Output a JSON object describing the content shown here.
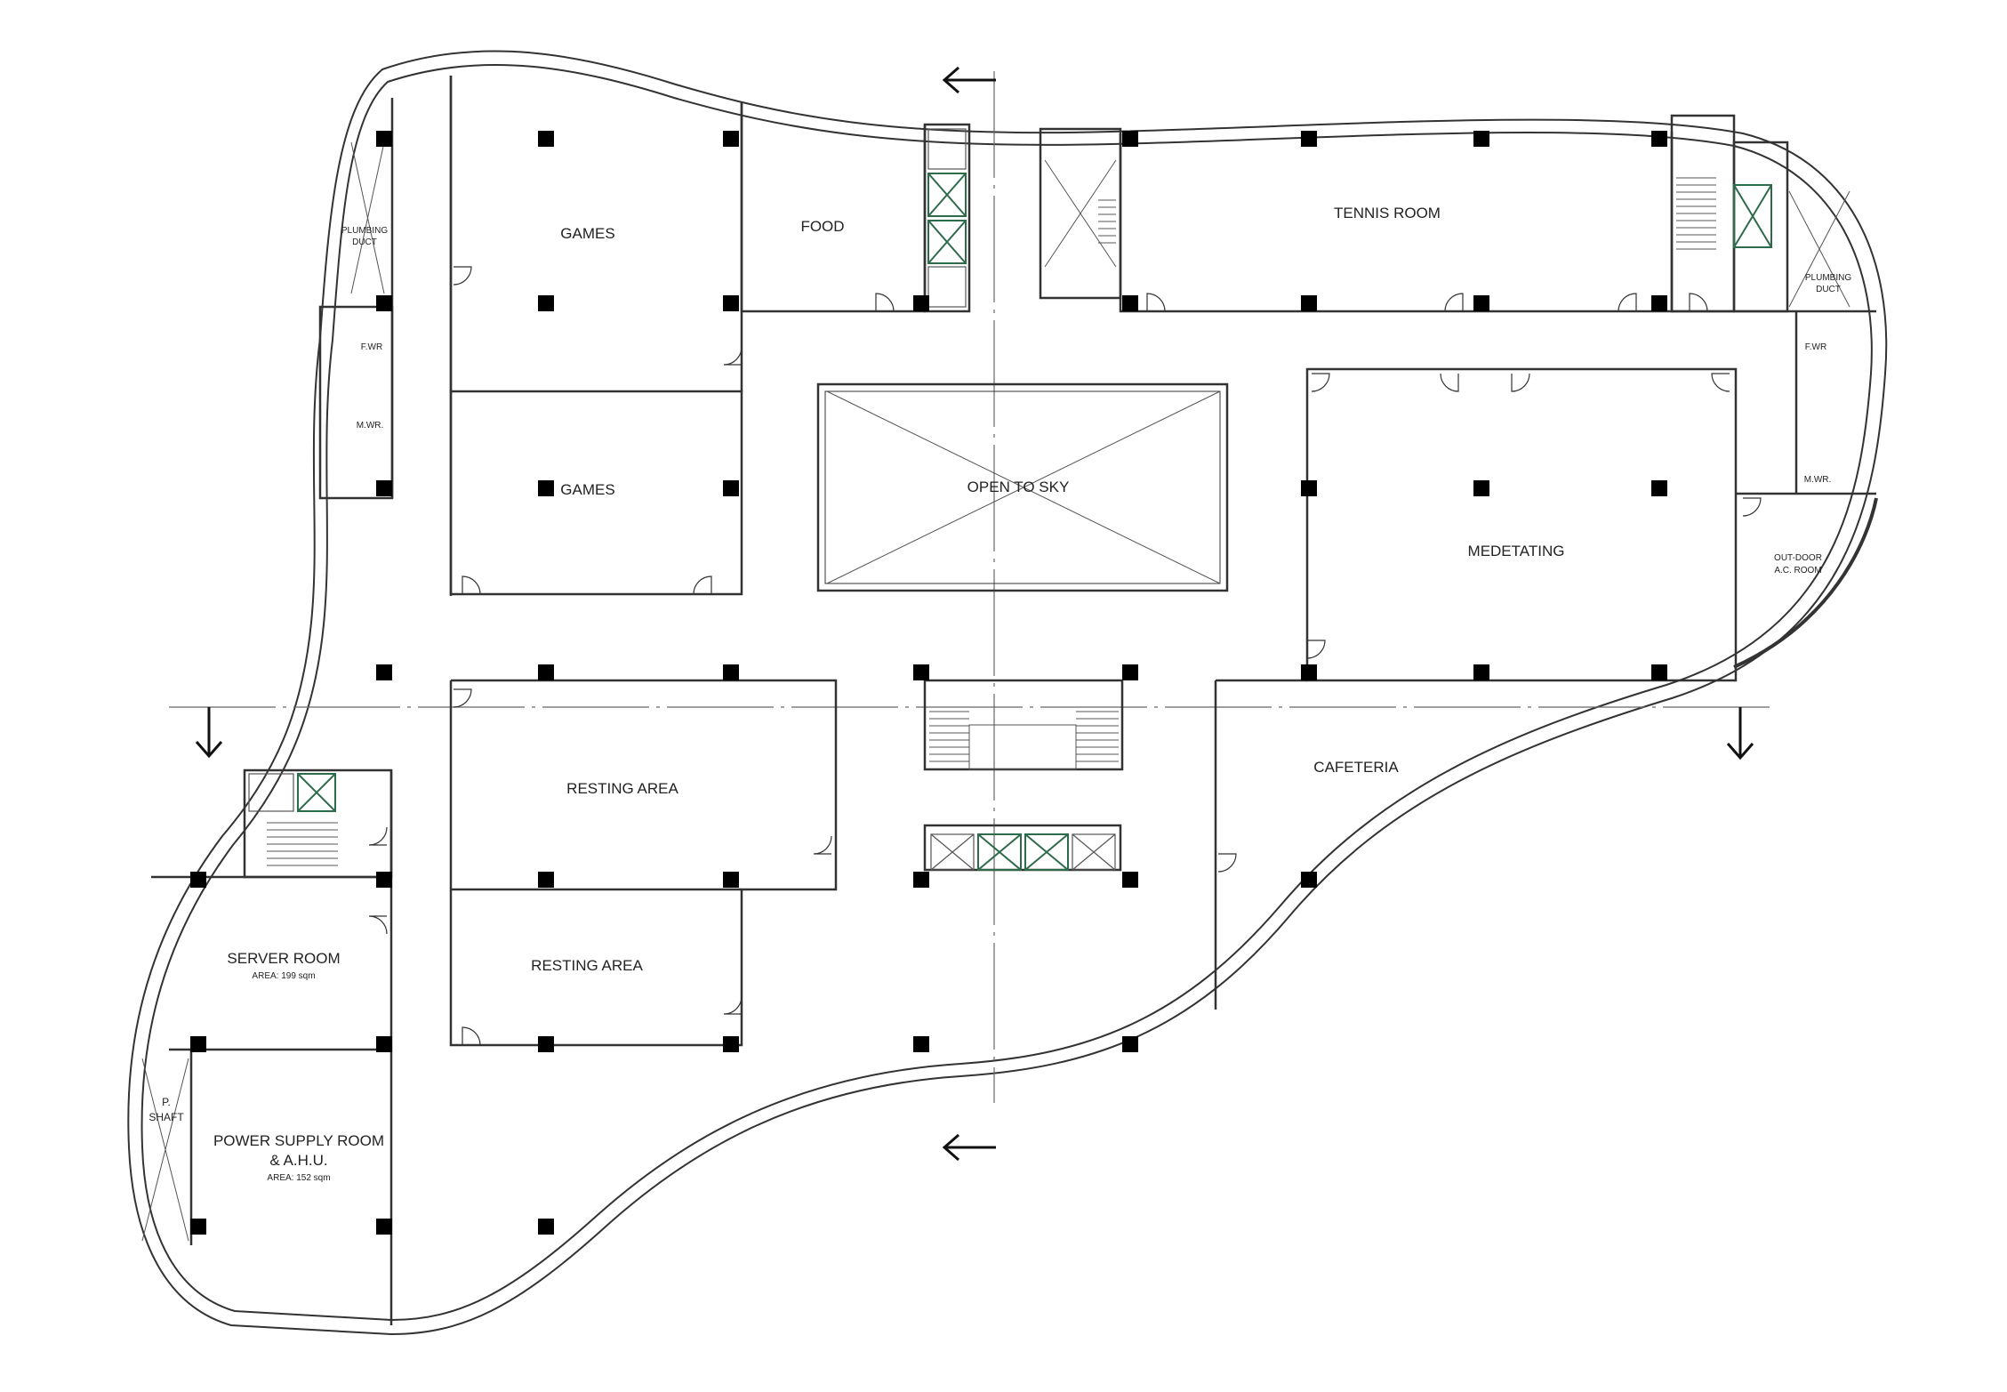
{
  "rooms": {
    "games_1": "GAMES",
    "games_2": "GAMES",
    "food": "FOOD",
    "tennis_room": "TENNIS ROOM",
    "open_to_sky": "OPEN TO SKY",
    "medetating": "MEDETATING",
    "resting_area_1": "RESTING AREA",
    "resting_area_2": "RESTING AREA",
    "cafeteria": "CAFETERIA",
    "server_room": "SERVER ROOM",
    "server_room_area": "AREA: 199 sqm",
    "power_supply_line1": "POWER SUPPLY ROOM",
    "power_supply_line2": "& A.H.U.",
    "power_supply_area": "AREA: 152 sqm",
    "p_shaft_line1": "P.",
    "p_shaft_line2": "SHAFT",
    "plumbing_left_line1": "PLUMBING",
    "plumbing_left_line2": "DUCT",
    "plumbing_right_line1": "PLUMBING",
    "plumbing_right_line2": "DUCT",
    "fwr_left": "F.WR",
    "mwr_left": "M.WR.",
    "fwr_right": "F.WR",
    "mwr_right": "M.WR.",
    "outdoor_line1": "OUT-DOOR",
    "outdoor_line2": "A.C. ROOM"
  },
  "colors": {
    "line": "#333333",
    "column": "#000000",
    "lift": "#2e6b4a"
  },
  "symbols": [
    "section-arrow-icon",
    "column-icon",
    "door-swing-icon",
    "lift-icon",
    "stair-icon"
  ]
}
